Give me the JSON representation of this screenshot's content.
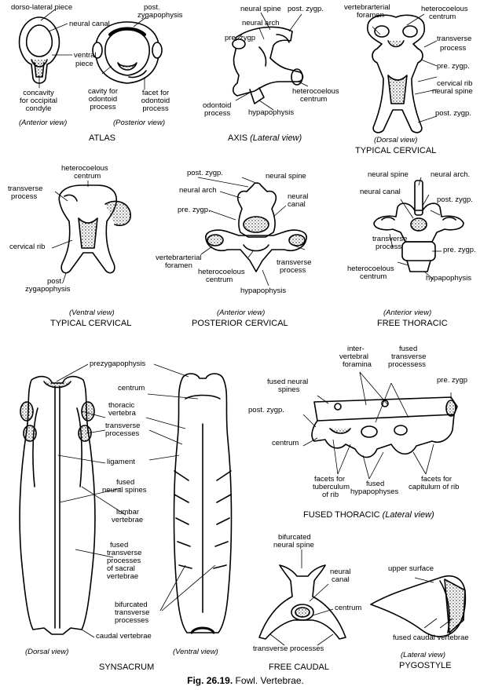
{
  "figure": {
    "number": "Fig. 26.19.",
    "title": "Fowl. Vertebrae."
  },
  "atlas": {
    "labels": {
      "dorso_lateral": "dorso-lateral piece",
      "neural_canal": "neural canal",
      "post_zyg": "post.",
      "post_zyg2": "zygapophysis",
      "ventral1": "ventral",
      "ventral2": "piece",
      "concavity1": "concavity",
      "concavity2": "for occipital",
      "concavity3": "condyle",
      "cavity1": "cavity for",
      "cavity2": "odontoid",
      "cavity3": "process",
      "facet1": "facet for",
      "facet2": "odontoid",
      "facet3": "process"
    },
    "views": {
      "anterior": "(Anterior view)",
      "posterior": "(Posterior view)"
    },
    "caption": "ATLAS"
  },
  "axis": {
    "labels": {
      "neural_spine": "neural spine",
      "post_zygp": "post. zygp.",
      "neural_arch": "neural arch",
      "pre_zygp": "pre. zygp",
      "odontoid1": "odontoid",
      "odontoid2": "process",
      "hypapophysis": "hypapophysis",
      "hetero1": "heterocoelous",
      "hetero2": "centrum"
    },
    "caption_main": "AXIS",
    "caption_view": "(Lateral view)"
  },
  "typical_dorsal": {
    "labels": {
      "vert1": "vertebrarterial",
      "vert2": "foramen",
      "hetero1": "heterocoelous",
      "hetero2": "centrum",
      "trans1": "transverse",
      "trans2": "process",
      "pre_zygp": "pre. zygp.",
      "cervical_rib": "cervical rib",
      "neural_spine": "neural spine",
      "post_zygp": "post. zygp."
    },
    "view": "(Dorsal view)",
    "caption": "TYPICAL CERVICAL"
  },
  "typical_ventral": {
    "labels": {
      "hetero1": "heterocoelous",
      "hetero2": "centrum",
      "trans1": "transverse",
      "trans2": "process",
      "cervical_rib": "cervical rib",
      "post1": "post.",
      "post2": "zygapophysis"
    },
    "view": "(Ventral view)",
    "caption": "TYPICAL CERVICAL"
  },
  "posterior_cervical": {
    "labels": {
      "post_zygp": "post. zygp.",
      "neural_spine": "neural spine",
      "neural_arch": "neural arch",
      "neural_canal1": "neural",
      "neural_canal2": "canal",
      "pre_zygp": "pre. zygp.",
      "vert1": "vertebrarterial",
      "vert2": "foramen",
      "hetero1": "heterocoelous",
      "hetero2": "centrum",
      "trans1": "transverse",
      "trans2": "process",
      "hypapophysis": "hypapophysis"
    },
    "view": "(Anterior view)",
    "caption": "POSTERIOR CERVICAL"
  },
  "free_thoracic": {
    "labels": {
      "neural_spine": "neural spine",
      "neural_arch": "neural arch.",
      "neural_canal": "neural canal",
      "post_zygp": "post. zygp.",
      "trans1": "transverse",
      "trans2": "process",
      "pre_zygp": "pre. zygp.",
      "hetero1": "heterocoelous",
      "hetero2": "centrum",
      "hypapophysis": "hypapophysis"
    },
    "view": "(Anterior view)",
    "caption": "FREE THORACIC"
  },
  "synsacrum": {
    "labels": {
      "prezyg": "prezygapophysis",
      "centrum": "centrum",
      "thoracic1": "thoracic",
      "thoracic2": "vertebra",
      "transverse1": "transverse",
      "transverse2": "processes",
      "ligament": "ligament",
      "fused_ns1": "fused",
      "fused_ns2": "neural spines",
      "lumbar1": "lumbar",
      "lumbar2": "vertebrae",
      "ftp1": "fused",
      "ftp2": "transverse",
      "ftp3": "processes",
      "ftp4": "of sacral",
      "ftp5": "vertebrae",
      "bif1": "bifurcated",
      "bif2": "transverse",
      "bif3": "processes",
      "caudal": "caudal vertebrae"
    },
    "view_dorsal": "(Dorsal view)",
    "view_ventral": "(Ventral view)",
    "caption": "SYNSACRUM"
  },
  "fused_thoracic": {
    "labels": {
      "inter1": "inter-",
      "inter2": "vertebral",
      "inter3": "foramina",
      "ftp1": "fused",
      "ftp2": "transverse",
      "ftp3": "processess",
      "fns1": "fused neural",
      "fns2": "spines",
      "pre_zygp": "pre. zygp",
      "post_zygp": "post. zygp.",
      "centrum": "centrum",
      "tub1": "facets for",
      "tub2": "tuberculum",
      "tub3": "of rib",
      "hyp1": "fused",
      "hyp2": "hypapophyses",
      "cap1": "facets for",
      "cap2": "capitulum of rib"
    },
    "caption_main": "FUSED THORACIC",
    "caption_view": "(Lateral view)"
  },
  "free_caudal": {
    "labels": {
      "bif1": "bifurcated",
      "bif2": "neural spine",
      "neural1": "neural",
      "neural2": "canal",
      "centrum": "centrum",
      "trans": "transverse processes"
    },
    "caption": "FREE CAUDAL"
  },
  "pygostyle": {
    "labels": {
      "upper": "upper surface",
      "fused": "fused caudal vertebrae"
    },
    "view": "(Lateral view)",
    "caption": "PYGOSTYLE"
  }
}
